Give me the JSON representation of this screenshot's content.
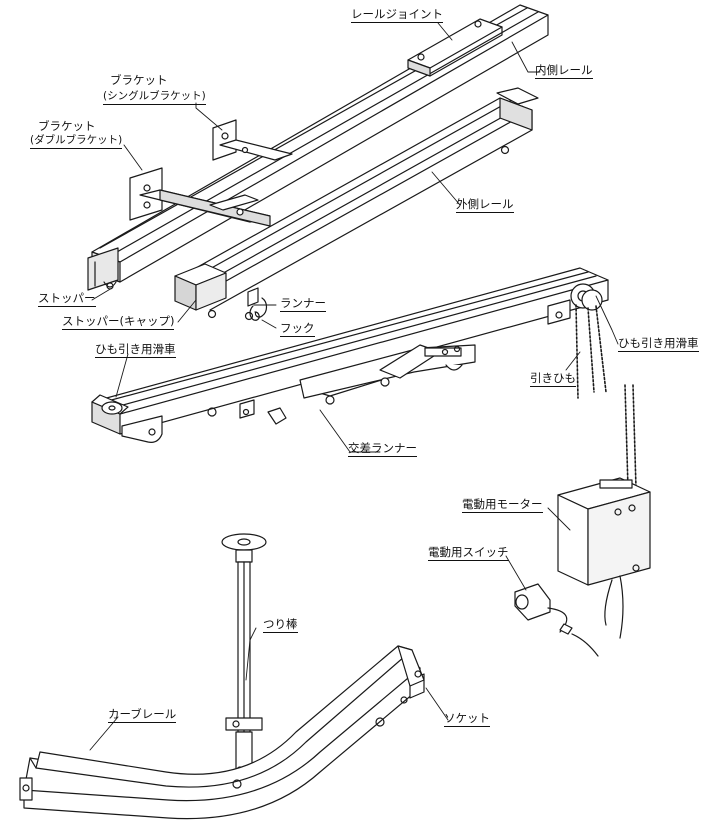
{
  "labels": {
    "rail_joint": "レールジョイント",
    "inner_rail": "内側レール",
    "bracket_single_title": "ブラケット",
    "bracket_single_sub": "(シングルブラケット)",
    "bracket_double_title": "ブラケット",
    "bracket_double_sub": "(ダブルブラケット)",
    "outer_rail": "外側レール",
    "stopper": "ストッパー",
    "runner": "ランナー",
    "stopper_cap": "ストッパー(キャップ)",
    "hook": "フック",
    "pulley_left": "ひも引き用滑車",
    "pulley_right": "ひも引き用滑車",
    "pull_cord": "引きひも",
    "cross_runner": "交差ランナー",
    "motor": "電動用モーター",
    "switch": "電動用スイッチ",
    "hanging_rod": "つり棒",
    "curve_rail": "カーブレール",
    "socket": "ソケット"
  },
  "colors": {
    "line": "#1a1a1a",
    "fill": "#ffffff",
    "shade": "#d9d9d9"
  }
}
